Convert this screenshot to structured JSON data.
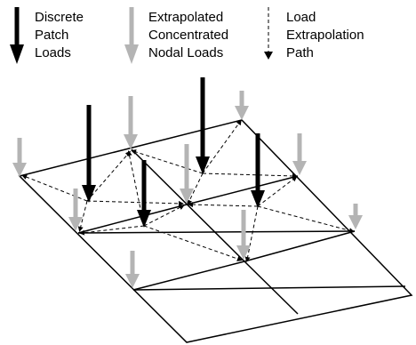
{
  "legend": {
    "discrete": [
      "Discrete",
      "Patch",
      "Loads"
    ],
    "extrapolated": [
      "Extrapolated",
      "Concentrated",
      "Nodal Loads"
    ],
    "path": [
      "Load",
      "Extrapolation",
      "Path"
    ]
  },
  "colors": {
    "discrete_load": "#000000",
    "nodal_load": "#b4b4b4",
    "grid": "#000000",
    "path": "#000000"
  }
}
